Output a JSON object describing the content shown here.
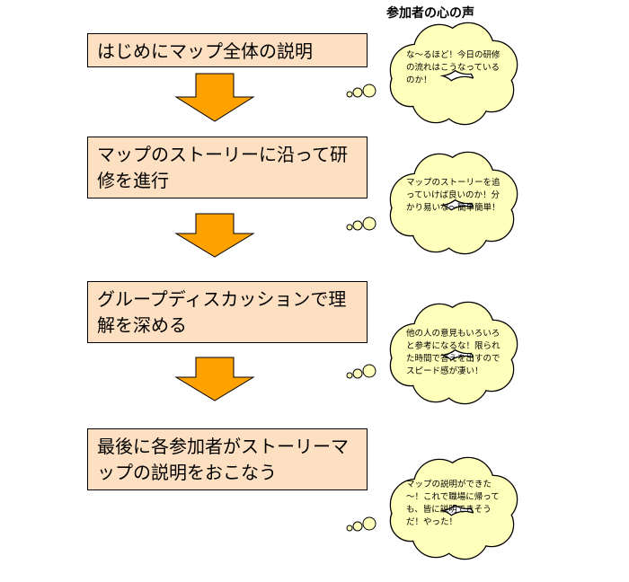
{
  "header": {
    "title": "参加者の心の声"
  },
  "steps": [
    {
      "label": "はじめにマップ全体の説明"
    },
    {
      "label": "マップのストーリーに沿って研修を進行"
    },
    {
      "label": "グループディスカッションで理解を深める"
    },
    {
      "label": "最後に各参加者がストーリーマップの説明をおこなう"
    }
  ],
  "bubbles": [
    {
      "text": "な～るほど！今日の研修の流れはこうなっているのか！"
    },
    {
      "text": "マップのストーリーを追っていけば良いのか！分かり易いな～簡単簡単！"
    },
    {
      "text": "他の人の意見もいろいろと参考になるな！限られた時間で答えを出すのでスピード感が凄い！"
    },
    {
      "text": "マップの説明ができた～！これで職場に帰っても、皆に説明できそうだ！やった！"
    }
  ],
  "colors": {
    "box_fill": "#fde0c2",
    "arrow_fill": "#ffa200",
    "bubble_fill": "#ffffbb",
    "stroke": "#000000"
  }
}
